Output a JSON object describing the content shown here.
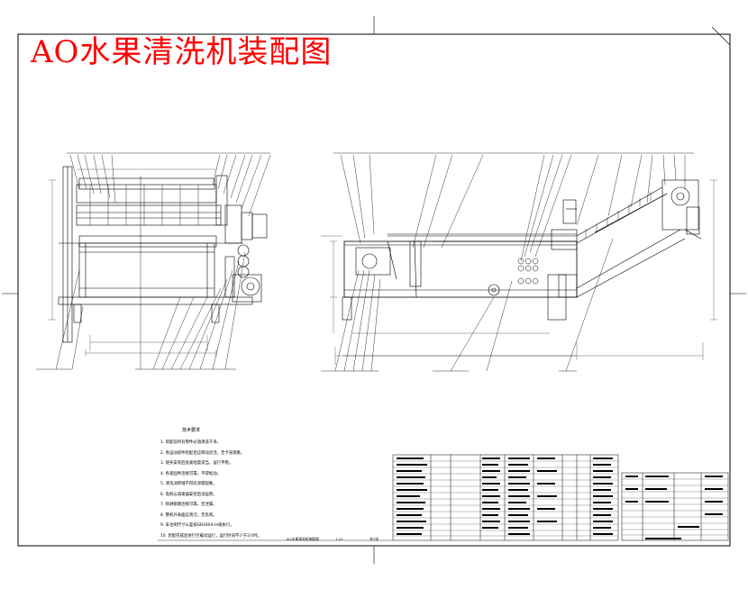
{
  "title": "AO水果清洗机装配图",
  "notes": {
    "heading": "技术要求",
    "items": [
      "1. 装配前所有零件必须清洗干净。",
      "2. 各运动部件装配后应转动灵活，无卡滞现象。",
      "3. 链条安装后张紧程度适当，运行平稳。",
      "4. 各紧固件连接可靠，不得松动。",
      "5. 清洗池焊缝不得有渗漏现象。",
      "6. 电机与减速器安装后试运转。",
      "7. 喷淋管路连接可靠，无泄漏。",
      "8. 整机外表面应清洁，无毛刺。",
      "9. 未注明尺寸公差按GB1804-m级执行。",
      "10. 装配完成后进行空载试运行，运行时间不少于2小时。"
    ]
  },
  "footer": {
    "left": "AO水果清洗机装配图",
    "scale": "1:10",
    "sheet": "共1张"
  },
  "colors": {
    "title": "#ff0000",
    "line": "#000000",
    "background": "#ffffff"
  }
}
